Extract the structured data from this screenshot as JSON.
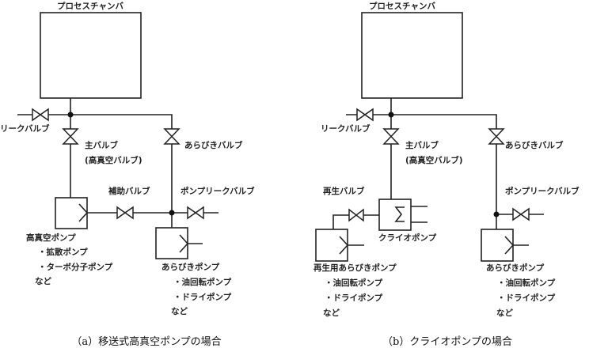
{
  "diagram_a": {
    "chamber": "プロセスチャンバ",
    "leak_valve": "リークバルブ",
    "main_valve": "主バルブ",
    "main_valve_sub": "(高真空バルブ)",
    "roughing_valve": "あらびきバルブ",
    "aux_valve": "補助バルブ",
    "pump_leak_valve": "ポンプリークバルブ",
    "hv_pump": "高真空ポンプ",
    "hv_pump_items": [
      "・拡散ポンプ",
      "・ターボ分子ポンプ",
      "など"
    ],
    "rough_pump": "あらびきポンプ",
    "rough_pump_items": [
      "・油回転ポンプ",
      "・ドライポンプ",
      "など"
    ],
    "caption": "（a）移送式高真空ポンプの場合"
  },
  "diagram_b": {
    "chamber": "プロセスチャンバ",
    "leak_valve": "リークバルブ",
    "main_valve": "主バルブ",
    "main_valve_sub": "(高真空バルブ)",
    "roughing_valve": "あらびきバルブ",
    "regen_valve": "再生バルブ",
    "cryo_pump": "クライオポンプ",
    "pump_leak_valve": "ポンプリークバルブ",
    "regen_pump": "再生用あらびきポンプ",
    "regen_pump_items": [
      "・油回転ポンプ",
      "・ドライポンプ",
      "など"
    ],
    "rough_pump": "あらびきポンプ",
    "rough_pump_items": [
      "・油回転ポンプ",
      "・ドライポンプ",
      "など"
    ],
    "caption": "（b）クライオポンプの場合"
  }
}
